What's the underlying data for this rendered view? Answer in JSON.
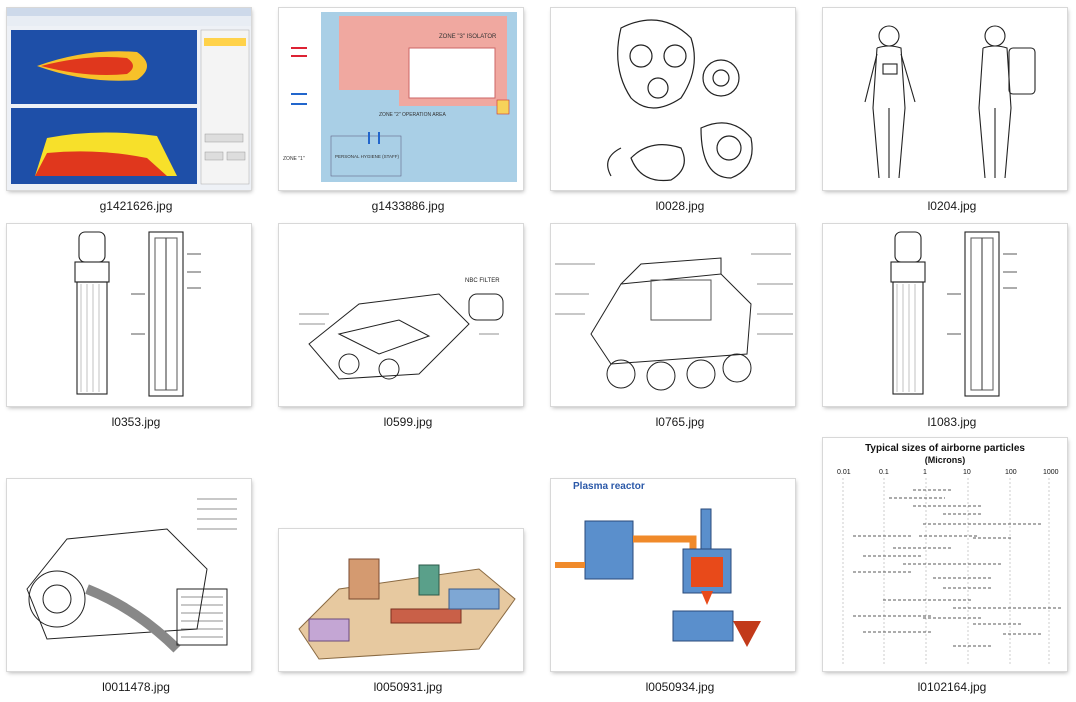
{
  "files": [
    {
      "name": "g1421626.jpg",
      "kind": "software-chart-thumbnail"
    },
    {
      "name": "g1433886.jpg",
      "kind": "floorplan-thumbnail"
    },
    {
      "name": "l0028.jpg",
      "kind": "gas-mask-thumbnail"
    },
    {
      "name": "l0204.jpg",
      "kind": "protective-suit-thumbnail"
    },
    {
      "name": "l0353.jpg",
      "kind": "filter-cylinder-thumbnail"
    },
    {
      "name": "l0599.jpg",
      "kind": "vehicle-filter-thumbnail"
    },
    {
      "name": "l0765.jpg",
      "kind": "armored-vehicle-thumbnail"
    },
    {
      "name": "l1083.jpg",
      "kind": "filter-cylinder-thumbnail"
    },
    {
      "name": "l0011478.jpg",
      "kind": "engine-system-thumbnail"
    },
    {
      "name": "l0050931.jpg",
      "kind": "facility-cutaway-thumbnail"
    },
    {
      "name": "l0050934.jpg",
      "kind": "plasma-reactor-thumbnail"
    },
    {
      "name": "l0102164.jpg",
      "kind": "particle-size-chart-thumbnail"
    }
  ],
  "thumb_text": {
    "plasma_title": "Plasma reactor",
    "particles_title": "Typical sizes of airborne particles",
    "particles_subtitle": "(Microns)",
    "particles_ticks": [
      "0.01",
      "0.1",
      "1",
      "10",
      "100",
      "1000"
    ],
    "floorplan_zone3": "ZONE \"3\" ISOLATOR",
    "floorplan_zone2": "ZONE \"2\" OPERATION AREA",
    "floorplan_zone1": "ZONE \"1\"",
    "floorplan_hygiene": "PERSONAL HYGIENE (STAFF)",
    "nbc_filter": "NBC FILTER"
  }
}
